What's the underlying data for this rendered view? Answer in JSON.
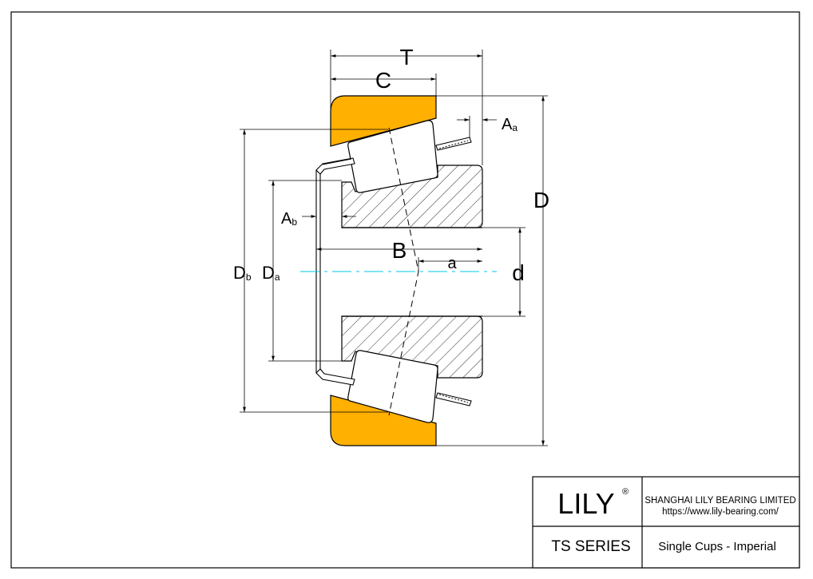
{
  "dimensions": {
    "T": "T",
    "C": "C",
    "A_main": "A",
    "a_sub": "a",
    "b_sub": "b",
    "D": "D",
    "B": "B",
    "a": "a",
    "d": "d"
  },
  "title_block": {
    "brand": "LILY",
    "registered": "®",
    "company": "SHANGHAI LILY BEARING LIMITED",
    "url": "https://www.lily-bearing.com/",
    "series": "TS SERIES",
    "description": "Single Cups - Imperial"
  },
  "colors": {
    "cup_fill": "#FFB000",
    "center_line": "#00C8E6",
    "line": "#000000"
  }
}
